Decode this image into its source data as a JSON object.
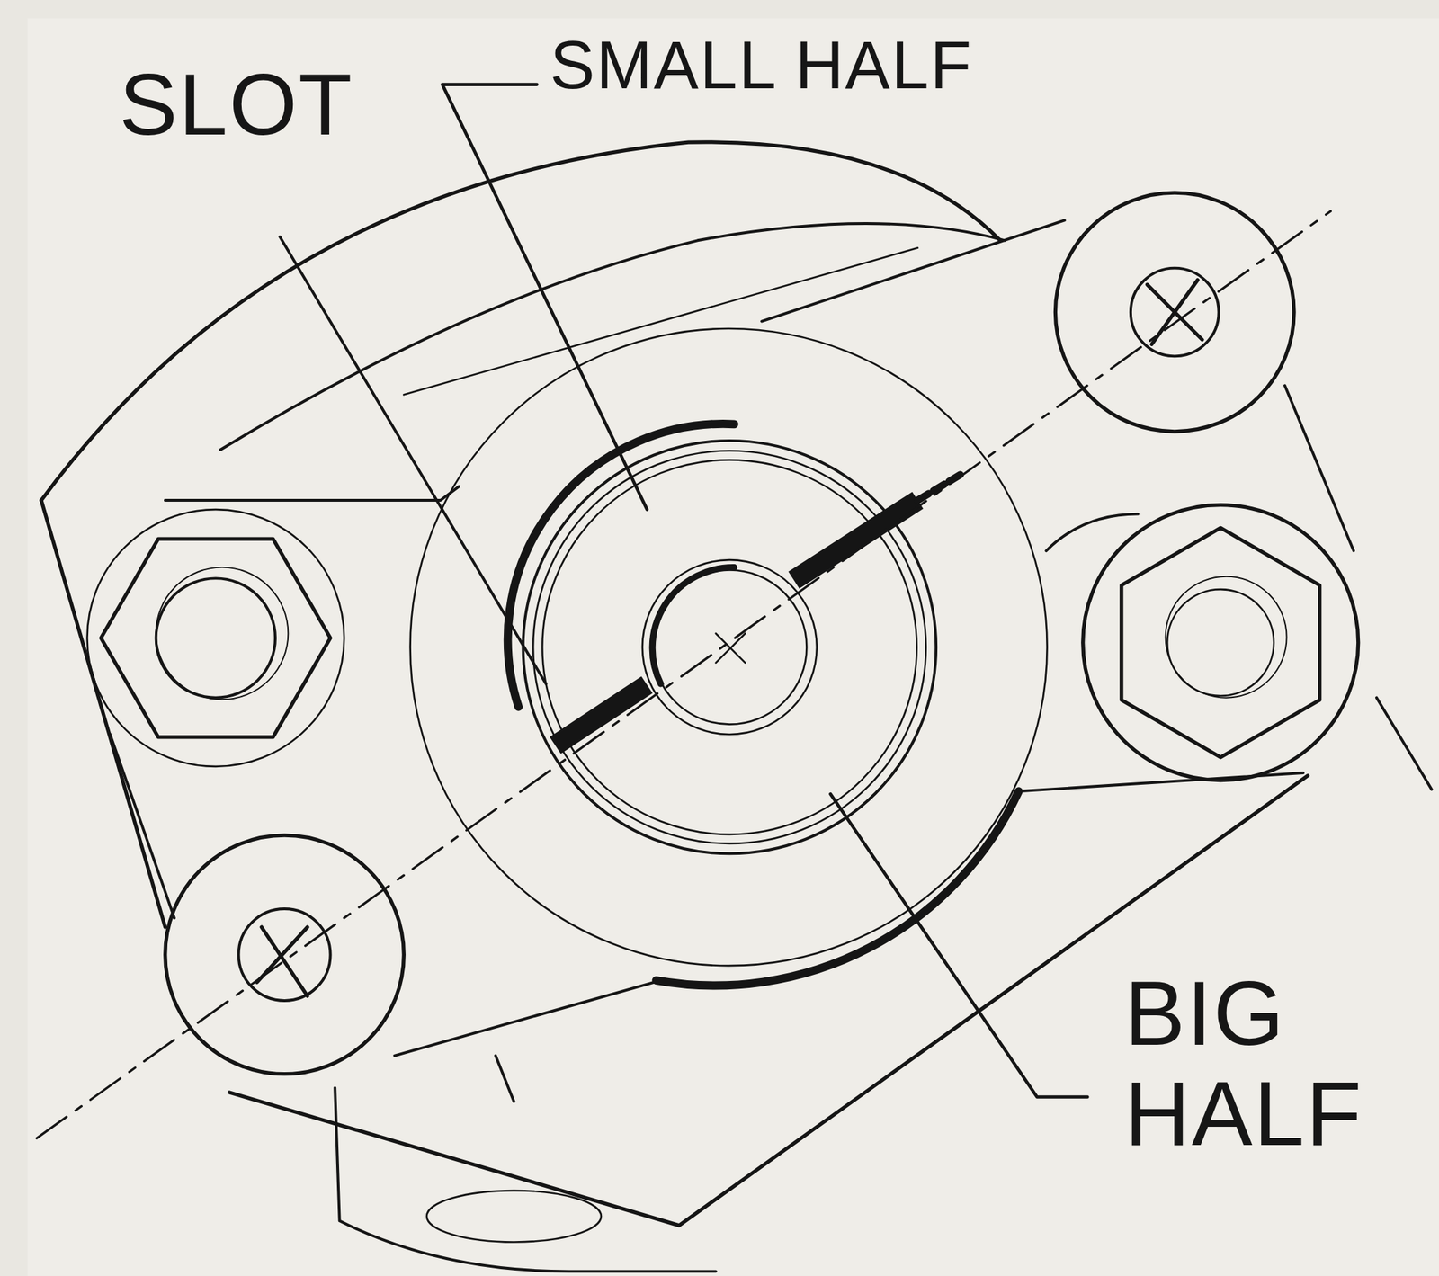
{
  "diagram": {
    "labels": [
      "SLOT",
      "SMALL HALF",
      "BIG HALF"
    ]
  }
}
